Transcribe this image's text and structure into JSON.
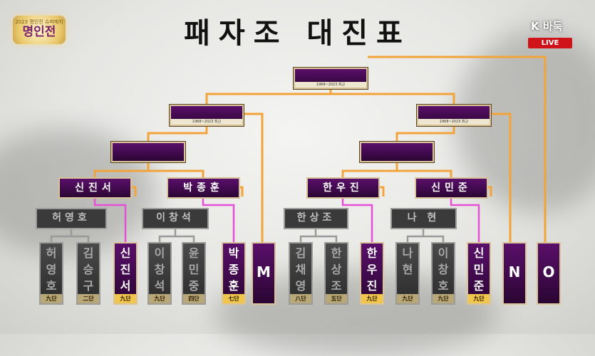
{
  "header": {
    "title": "패자조 대진표",
    "logo_small": "2023 명인전 슈퍼매치",
    "logo_big": "명인전",
    "broadcaster": "K 바둑",
    "live_label": "LIVE"
  },
  "date_note": "1968~2023 최근",
  "players": [
    {
      "name": "허영호",
      "rank": "九단",
      "winner": false
    },
    {
      "name": "김승구",
      "rank": "二단",
      "winner": false
    },
    {
      "name": "신진서",
      "rank": "九단",
      "winner": true
    },
    {
      "name": "이창석",
      "rank": "九단",
      "winner": false
    },
    {
      "name": "윤민중",
      "rank": "四단",
      "winner": false
    },
    {
      "name": "박종훈",
      "rank": "七단",
      "winner": true
    },
    {
      "name": "M",
      "rank": "",
      "winner": true
    },
    {
      "name": "김채영",
      "rank": "八단",
      "winner": false
    },
    {
      "name": "한상조",
      "rank": "五단",
      "winner": false
    },
    {
      "name": "한우진",
      "rank": "九단",
      "winner": true
    },
    {
      "name": "나현",
      "rank": "九단",
      "winner": false
    },
    {
      "name": "이창호",
      "rank": "九단",
      "winner": false
    },
    {
      "name": "신민준",
      "rank": "九단",
      "winner": true
    },
    {
      "name": "N",
      "rank": "",
      "winner": true
    },
    {
      "name": "O",
      "rank": "",
      "winner": true
    }
  ],
  "round1": [
    "허영호",
    "이창석",
    "한상조",
    "나 현"
  ],
  "round2": [
    "신진서",
    "박종훈",
    "한우진",
    "신민준"
  ],
  "colors": {
    "bracket_line": "#f2a43a",
    "first_round_line": "#e64fd6",
    "box": "#3d0a4a",
    "rank_tag": "#f0c64c"
  }
}
